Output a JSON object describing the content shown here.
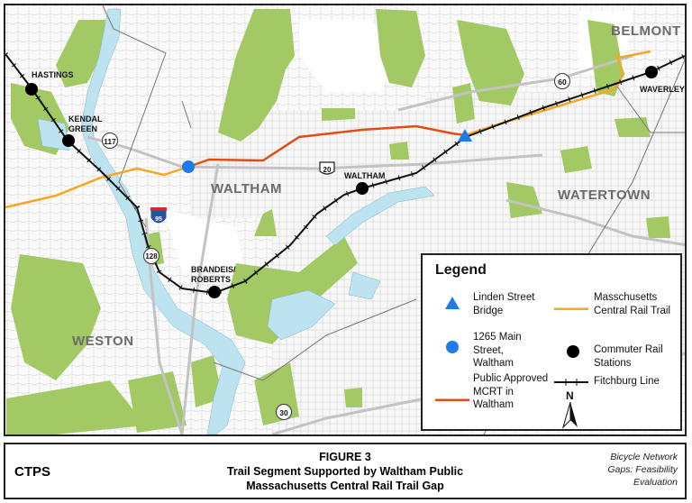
{
  "map": {
    "places": [
      {
        "id": "waltham",
        "label": "WALTHAM"
      },
      {
        "id": "watertown",
        "label": "WATERTOWN"
      },
      {
        "id": "weston",
        "label": "WESTON"
      },
      {
        "id": "belmont",
        "label": "BELMONT"
      }
    ],
    "stations": [
      {
        "id": "hastings",
        "label": "HASTINGS"
      },
      {
        "id": "kendal_green",
        "label": "KENDAL\nGREEN"
      },
      {
        "id": "brandeis",
        "label": "BRANDEIS/\nROBERTS"
      },
      {
        "id": "waltham",
        "label": "WALTHAM"
      },
      {
        "id": "waverley",
        "label": "WAVERLEY"
      }
    ],
    "route_shields": [
      "117",
      "60",
      "20",
      "95",
      "128",
      "30"
    ],
    "colors": {
      "park": "#a3c964",
      "water": "#bde3f0",
      "trail_existing": "#f5a623",
      "trail_approved": "#e04e14",
      "point_marker": "#1f7be8",
      "rail": "#111111",
      "roads": "#c8c8c8",
      "boundary": "#777777"
    }
  },
  "legend": {
    "title": "Legend",
    "items": [
      {
        "label": "Linden Street Bridge",
        "symbol": "blue-triangle"
      },
      {
        "label": "Masschusetts Central Rail Trail",
        "symbol": "orange-line"
      },
      {
        "label": "1265 Main Street, Waltham",
        "symbol": "blue-circle"
      },
      {
        "label": "Commuter Rail Stations",
        "symbol": "black-circle"
      },
      {
        "label": "Public Approved MCRT in Waltham",
        "symbol": "red-line"
      },
      {
        "label": "Fitchburg Line",
        "symbol": "rail-line"
      }
    ],
    "north_label": "N"
  },
  "footer": {
    "org": "CTPS",
    "figure": "FIGURE 3",
    "title_line1": "Trail Segment Supported by Waltham Public",
    "title_line2": "Massachusetts Central Rail Trail Gap",
    "sub_line1": "Bicycle Network",
    "sub_line2": "Gaps: Feasibility",
    "sub_line3": "Evaluation"
  }
}
